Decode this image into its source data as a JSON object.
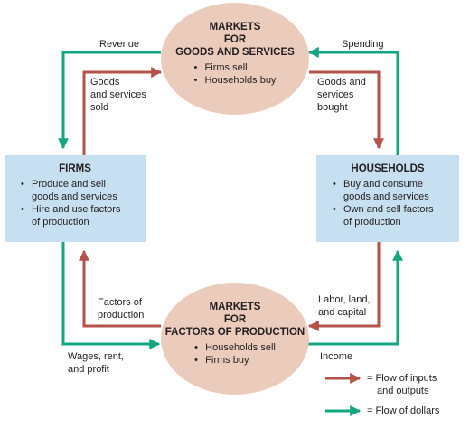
{
  "markets_goods": {
    "title_lines": [
      "MARKETS",
      "FOR",
      "GOODS AND SERVICES"
    ],
    "items": [
      "Firms sell",
      "Households buy"
    ]
  },
  "markets_factors": {
    "title_lines": [
      "MARKETS",
      "FOR",
      "FACTORS OF PRODUCTION"
    ],
    "items": [
      "Households sell",
      "Firms buy"
    ]
  },
  "firms": {
    "title": "FIRMS",
    "items": [
      [
        "Produce and sell",
        "goods and services"
      ],
      [
        "Hire and use factors",
        "of production"
      ]
    ]
  },
  "households": {
    "title": "HOUSEHOLDS",
    "items": [
      [
        "Buy and consume",
        "goods and services"
      ],
      [
        "Own and sell factors",
        "of production"
      ]
    ]
  },
  "labels": {
    "revenue": "Revenue",
    "spending": "Spending",
    "goods_sold": [
      "Goods",
      "and services",
      "sold"
    ],
    "goods_bought": [
      "Goods and",
      "services",
      "bought"
    ],
    "factors": [
      "Factors of",
      "production"
    ],
    "labor": [
      "Labor, land,",
      "and capital"
    ],
    "wages": [
      "Wages, rent,",
      "and profit"
    ],
    "income": "Income"
  },
  "legend": {
    "inputs": [
      "= Flow of inputs",
      "and outputs"
    ],
    "dollars": "= Flow of dollars"
  },
  "colors": {
    "inputs_flow": "#b5524a",
    "dollars_flow": "#12a781",
    "oval_fill": "#ebcbbb",
    "box_fill": "#c7e0f1"
  }
}
